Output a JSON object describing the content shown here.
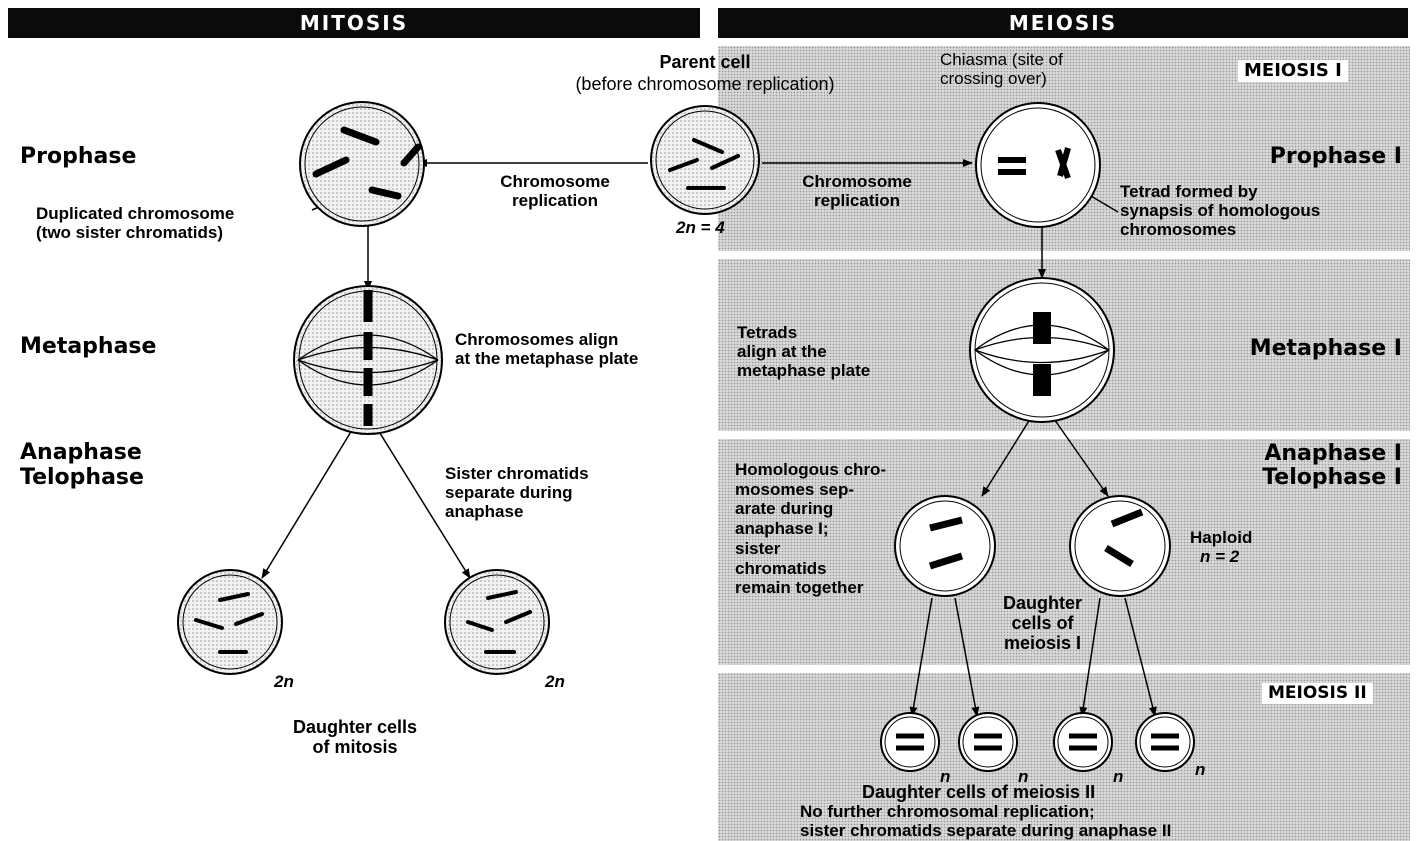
{
  "headers": {
    "mitosis": "MITOSIS",
    "meiosis": "MEIOSIS"
  },
  "parent": {
    "title": "Parent cell",
    "subtitle": "(before chromosome replication)",
    "ploidy": "2n = 4"
  },
  "mitosis": {
    "prophase": "Prophase",
    "metaphase": "Metaphase",
    "anaphase": "Anaphase",
    "telophase": "Telophase",
    "replication_1": "Chromosome",
    "replication_2": "replication",
    "duplicated_1": "Duplicated chromosome",
    "duplicated_2": "(two sister chromatids)",
    "align_1": "Chromosomes align",
    "align_2": "at the metaphase plate",
    "sister_1": "Sister chromatids",
    "sister_2": "separate during",
    "sister_3": "anaphase",
    "ploidy_left": "2n",
    "ploidy_right": "2n",
    "daughters_1": "Daughter cells",
    "daughters_2": "of mitosis"
  },
  "meiosis": {
    "meiosis1": "MEIOSIS I",
    "meiosis2": "MEIOSIS II",
    "prophase1": "Prophase I",
    "metaphase1": "Metaphase I",
    "anaphase1": "Anaphase I",
    "telophase1": "Telophase I",
    "replication_1": "Chromosome",
    "replication_2": "replication",
    "chiasma_1": "Chiasma (site of",
    "chiasma_2": "crossing over)",
    "tetrad_1": "Tetrad formed by",
    "tetrad_2": "synapsis of homologous",
    "tetrad_3": "chromosomes",
    "tetrads_align_1": "Tetrads",
    "tetrads_align_2": "align at the",
    "tetrads_align_3": "metaphase plate",
    "homologous": [
      "Homologous chro-",
      "mosomes sep-",
      "arate during",
      "anaphase I;",
      "sister",
      "chromatids",
      "remain together"
    ],
    "haploid_1": "Haploid",
    "haploid_2": "n = 2",
    "daughters1_1": "Daughter",
    "daughters1_2": "cells of",
    "daughters1_3": "meiosis I",
    "n_labels": [
      "n",
      "n",
      "n",
      "n"
    ],
    "daughters2": "Daughter cells of meiosis II",
    "no_further_1": "No further chromosomal replication;",
    "no_further_2": "sister chromatids separate during anaphase II"
  }
}
